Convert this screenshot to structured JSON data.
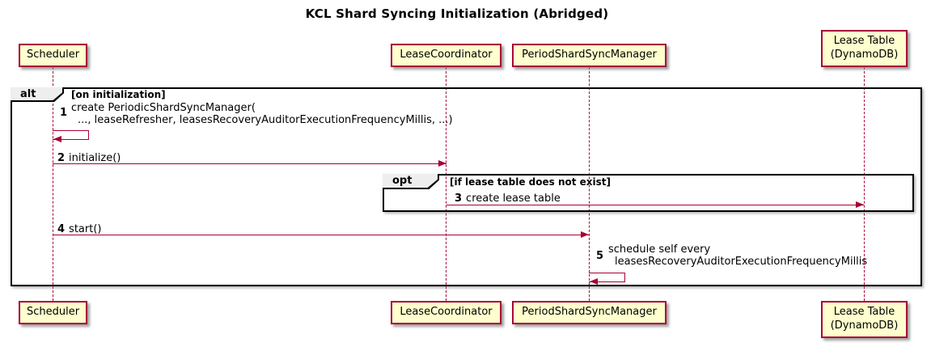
{
  "title": "KCL Shard Syncing Initialization (Abridged)",
  "participants": [
    {
      "label": "Scheduler"
    },
    {
      "label": "LeaseCoordinator"
    },
    {
      "label": "PeriodShardSyncManager"
    },
    {
      "label_line1": "Lease Table",
      "label_line2": "(DynamoDB)"
    }
  ],
  "frames": {
    "alt": {
      "keyword": "alt",
      "condition": "[on initialization]"
    },
    "opt": {
      "keyword": "opt",
      "condition": "[if lease table does not exist]"
    }
  },
  "messages": {
    "m1": {
      "number": "1",
      "line1": "create PeriodicShardSyncManager(",
      "line2": "..., leaseRefresher, leasesRecoveryAuditorExecutionFrequencyMillis, ...)"
    },
    "m2": {
      "number": "2",
      "text": "initialize()"
    },
    "m3": {
      "number": "3",
      "text": "create lease table"
    },
    "m4": {
      "number": "4",
      "text": "start()"
    },
    "m5": {
      "number": "5",
      "line1": "schedule self every",
      "line2": "leasesRecoveryAuditorExecutionFrequencyMillis"
    }
  },
  "colors": {
    "background": "#FFFFFF",
    "participant_fill": "#FEFECE",
    "participant_border": "#A80036",
    "arrow": "#A80036",
    "lifeline": "#A80036",
    "frame_border": "#000000",
    "frame_label_fill": "#EEEEEE",
    "text": "#000000"
  }
}
